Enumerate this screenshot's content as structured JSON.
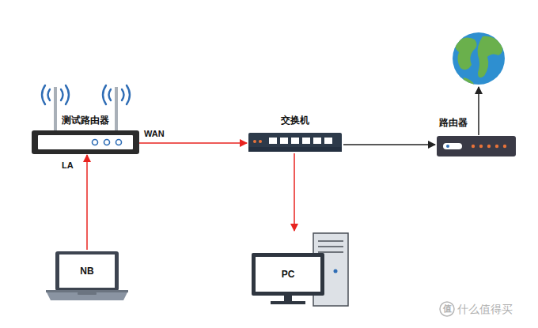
{
  "diagram": {
    "nodes": [
      {
        "text": [
          "测试路由器"
        ]
      },
      {
        "text": [
          "交换机"
        ]
      },
      {
        "text": [
          "路由器"
        ]
      },
      {
        "text": [
          "NB"
        ]
      },
      {
        "text": [
          "PC"
        ]
      }
    ],
    "edges": [
      {
        "from": 3,
        "to": 0,
        "arrow": "to"
      },
      {
        "from": 0,
        "to": 1,
        "label": "WAN",
        "arrow": "to"
      },
      {
        "from": 1,
        "to": 4,
        "arrow": "to"
      },
      {
        "from": 1,
        "to": 2,
        "arrow": "to"
      }
    ],
    "labels": [
      "LA",
      "值",
      "什么值得买"
    ]
  }
}
